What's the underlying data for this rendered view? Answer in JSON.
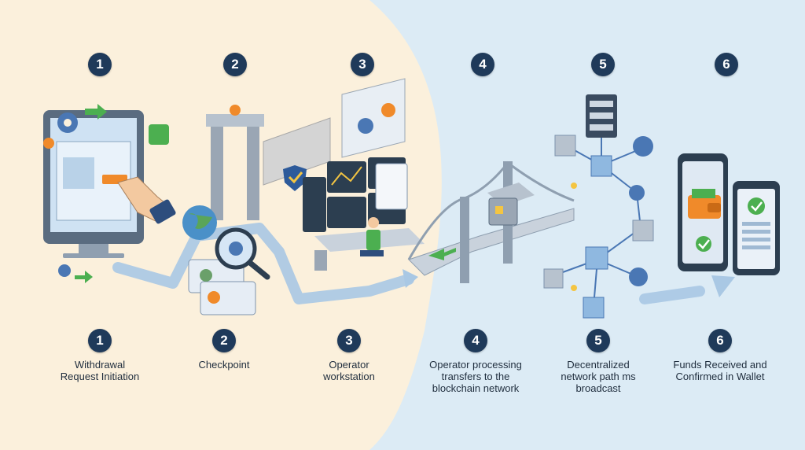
{
  "steps": [
    {
      "number": "1",
      "caption": [
        "Withdrawal",
        "Request Initiation"
      ]
    },
    {
      "number": "2",
      "caption": [
        "Checkpoint"
      ]
    },
    {
      "number": "3",
      "caption": [
        "Operator",
        "workstation"
      ]
    },
    {
      "number": "4",
      "caption": [
        "Operator processing",
        "transfers to the",
        "blockchain network"
      ]
    },
    {
      "number": "5",
      "caption": [
        "Decentralized",
        "network path ms",
        "broadcast"
      ]
    },
    {
      "number": "6",
      "caption": [
        "Funds Received and",
        "Confirmed in Wallet"
      ]
    }
  ],
  "colors": {
    "badge": "#1f3a5a",
    "left_background": "#fbf0dc",
    "right_background": "#dcebf5",
    "flow_arrow": "#a9c8e4",
    "accent_orange": "#f08a2a",
    "accent_green": "#4caf50"
  }
}
